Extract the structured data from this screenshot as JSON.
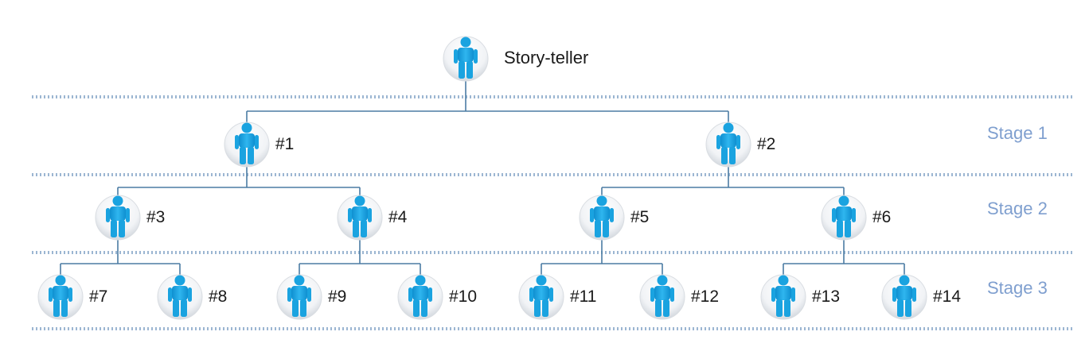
{
  "nodes": [
    {
      "id": "root",
      "label": "Story-teller"
    },
    {
      "id": "n1",
      "label": "#1"
    },
    {
      "id": "n2",
      "label": "#2"
    },
    {
      "id": "n3",
      "label": "#3"
    },
    {
      "id": "n4",
      "label": "#4"
    },
    {
      "id": "n5",
      "label": "#5"
    },
    {
      "id": "n6",
      "label": "#6"
    },
    {
      "id": "n7",
      "label": "#7"
    },
    {
      "id": "n8",
      "label": "#8"
    },
    {
      "id": "n9",
      "label": "#9"
    },
    {
      "id": "n10",
      "label": "#10"
    },
    {
      "id": "n11",
      "label": "#11"
    },
    {
      "id": "n12",
      "label": "#12"
    },
    {
      "id": "n13",
      "label": "#13"
    },
    {
      "id": "n14",
      "label": "#14"
    }
  ],
  "edges": [
    [
      "root",
      "n1"
    ],
    [
      "root",
      "n2"
    ],
    [
      "n1",
      "n3"
    ],
    [
      "n1",
      "n4"
    ],
    [
      "n2",
      "n5"
    ],
    [
      "n2",
      "n6"
    ],
    [
      "n3",
      "n7"
    ],
    [
      "n3",
      "n8"
    ],
    [
      "n4",
      "n9"
    ],
    [
      "n4",
      "n10"
    ],
    [
      "n5",
      "n11"
    ],
    [
      "n5",
      "n12"
    ],
    [
      "n6",
      "n13"
    ],
    [
      "n6",
      "n14"
    ]
  ],
  "stages": [
    {
      "label": "Stage 1"
    },
    {
      "label": "Stage 2"
    },
    {
      "label": "Stage 3"
    }
  ],
  "colors": {
    "person": "#1aa3e0",
    "divider": "#9cb6d2",
    "edge": "#4b7ca3",
    "stage_text": "#7f9fcf"
  },
  "icons": {
    "person": "person-icon"
  }
}
